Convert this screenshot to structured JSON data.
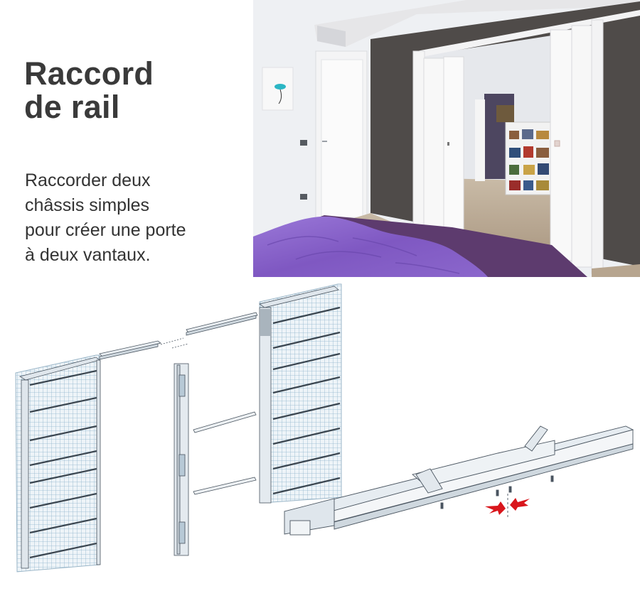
{
  "heading": {
    "lines": [
      "Raccord",
      "de rail"
    ]
  },
  "description": {
    "lines": [
      "Raccorder deux",
      "châssis simples",
      "pour créer une porte",
      "à deux vantaux."
    ]
  },
  "photo": {
    "alt": "Chambre avec porte coulissante double blanche ouverte sur un séjour avec bibliothèque",
    "colors": {
      "wall_white": "#eeeff2",
      "wall_dark": "#4e4a48",
      "floor": "#b9a995",
      "bedspread": "#8a64c8",
      "door": "#f6f6f6"
    }
  },
  "diagram": {
    "alt": "Vue éclatée de deux châssis pour porte coulissante raccordés par un rail, avec détail du raccord",
    "colors": {
      "mesh": "#8fb4cc",
      "metal": "#dfe6ec",
      "outline": "#4a5560",
      "arrow": "#d9161c"
    }
  }
}
